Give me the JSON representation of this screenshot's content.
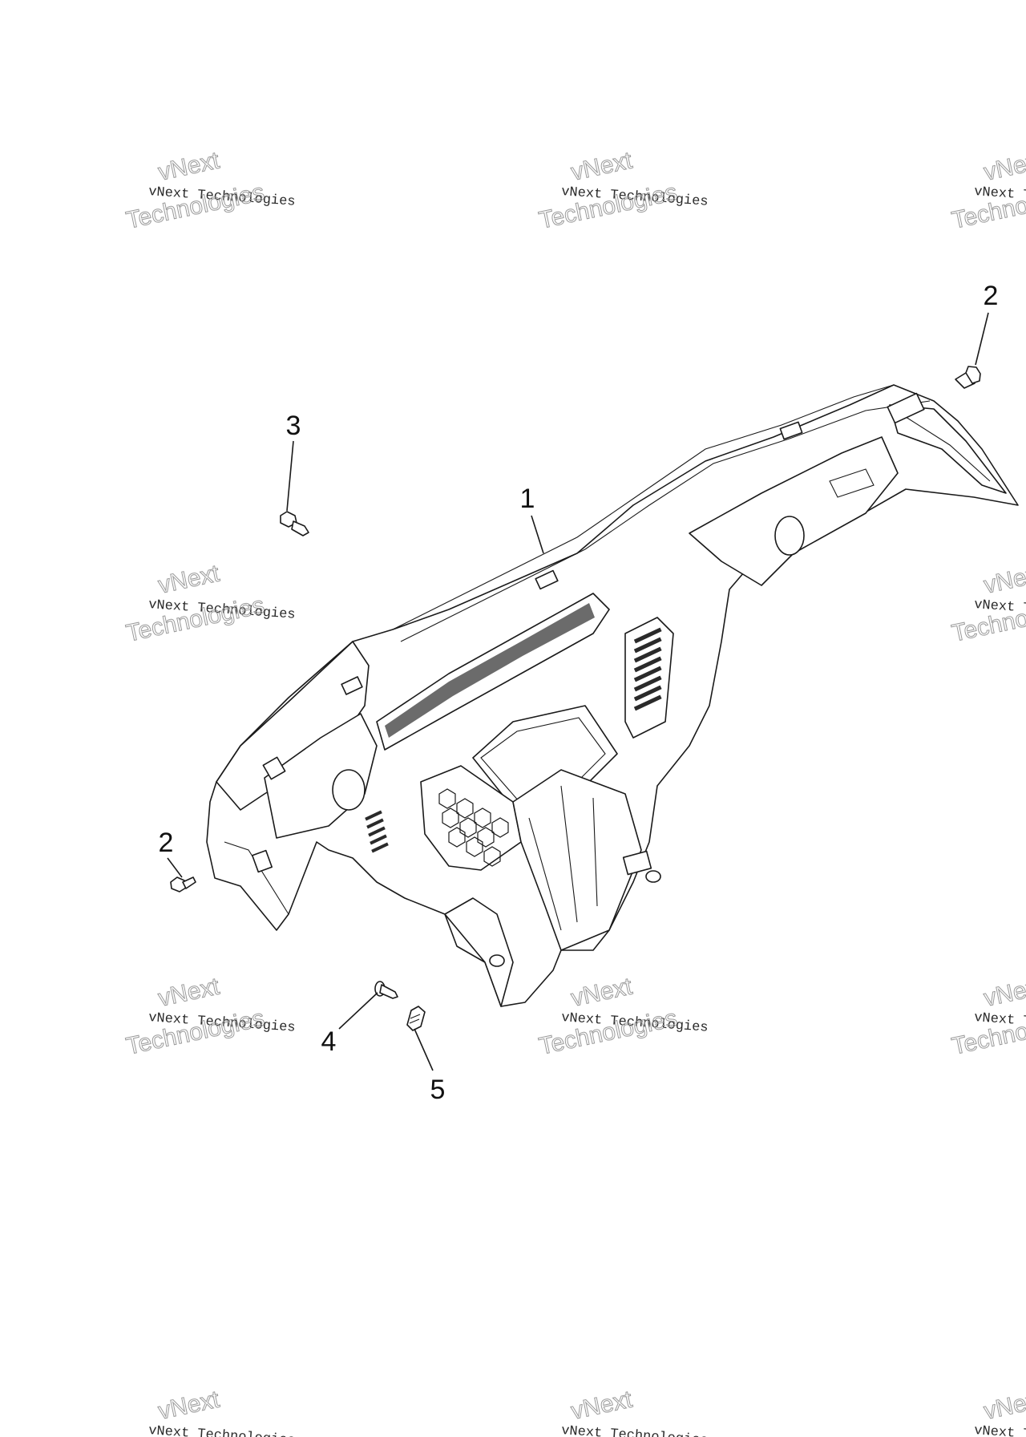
{
  "watermark": {
    "line1": "vNext",
    "line2": "vNext Technologies",
    "line3": "Technologies"
  },
  "callouts": [
    {
      "label": "1"
    },
    {
      "label": "2"
    },
    {
      "label": "3"
    },
    {
      "label": "2"
    },
    {
      "label": "4"
    },
    {
      "label": "5"
    }
  ]
}
